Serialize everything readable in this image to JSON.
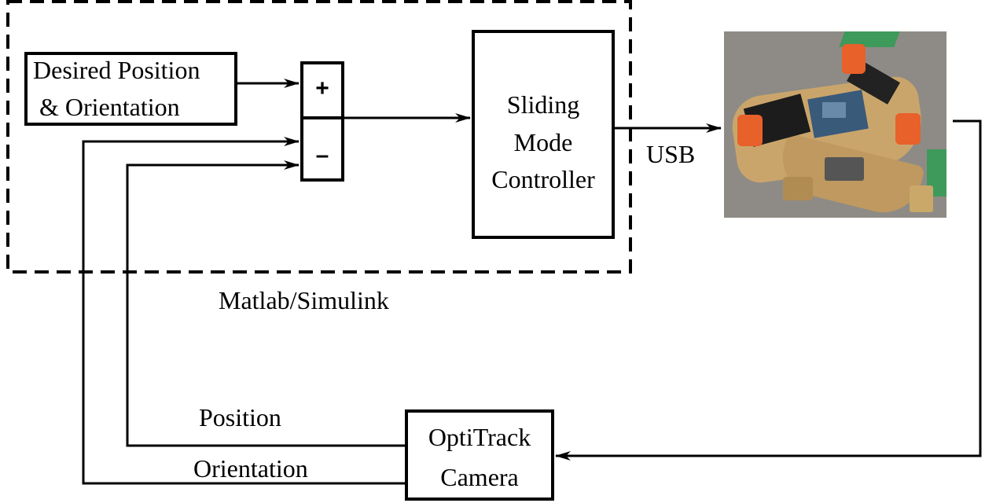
{
  "diagram": {
    "blocks": {
      "desired": [
        "Desired Position",
        "& Orientation"
      ],
      "sum_plus": "+",
      "sum_minus": "–",
      "controller": [
        "Sliding",
        "Mode",
        "Controller"
      ],
      "camera": [
        "OptiTrack",
        "Camera"
      ]
    },
    "labels": {
      "usb": "USB",
      "matlab": "Matlab/Simulink",
      "position": "Position",
      "orientation": "Orientation"
    },
    "image": {
      "name": "robot-photo"
    },
    "colors": {
      "line": "#000000",
      "background": "#ffffff"
    }
  }
}
